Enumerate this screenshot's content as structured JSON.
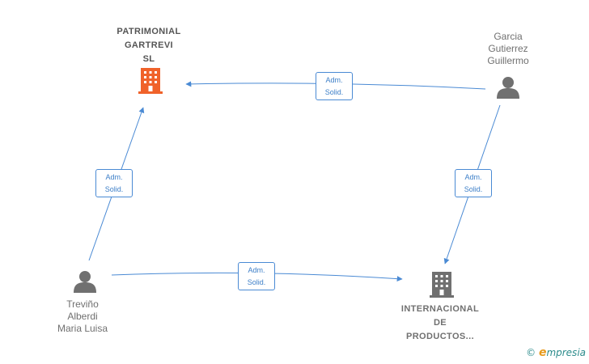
{
  "nodes": {
    "patrimonial": {
      "label": "PATRIMONIAL\nGARTREVI\nSL",
      "type": "company",
      "color": "#f0622a"
    },
    "garcia": {
      "label": "Garcia\nGutierrez\nGuillermo",
      "type": "person",
      "color": "#707070"
    },
    "trevino": {
      "label": "Treviño\nAlberdi\nMaria Luisa",
      "type": "person",
      "color": "#707070"
    },
    "internacional": {
      "label": "INTERNACIONAL\nDE\nPRODUCTOS...",
      "type": "company",
      "color": "#707070"
    }
  },
  "edges": [
    {
      "from": "garcia",
      "to": "patrimonial",
      "label": "Adm.\nSolid."
    },
    {
      "from": "trevino",
      "to": "patrimonial",
      "label": "Adm.\nSolid."
    },
    {
      "from": "garcia",
      "to": "internacional",
      "label": "Adm.\nSolid."
    },
    {
      "from": "trevino",
      "to": "internacional",
      "label": "Adm.\nSolid."
    }
  ],
  "colors": {
    "edge": "#4a8ad4",
    "edge_text": "#3d7fc8"
  },
  "footer": {
    "copyright": "©",
    "brand_e": "e",
    "brand_rest": "mpresia"
  }
}
